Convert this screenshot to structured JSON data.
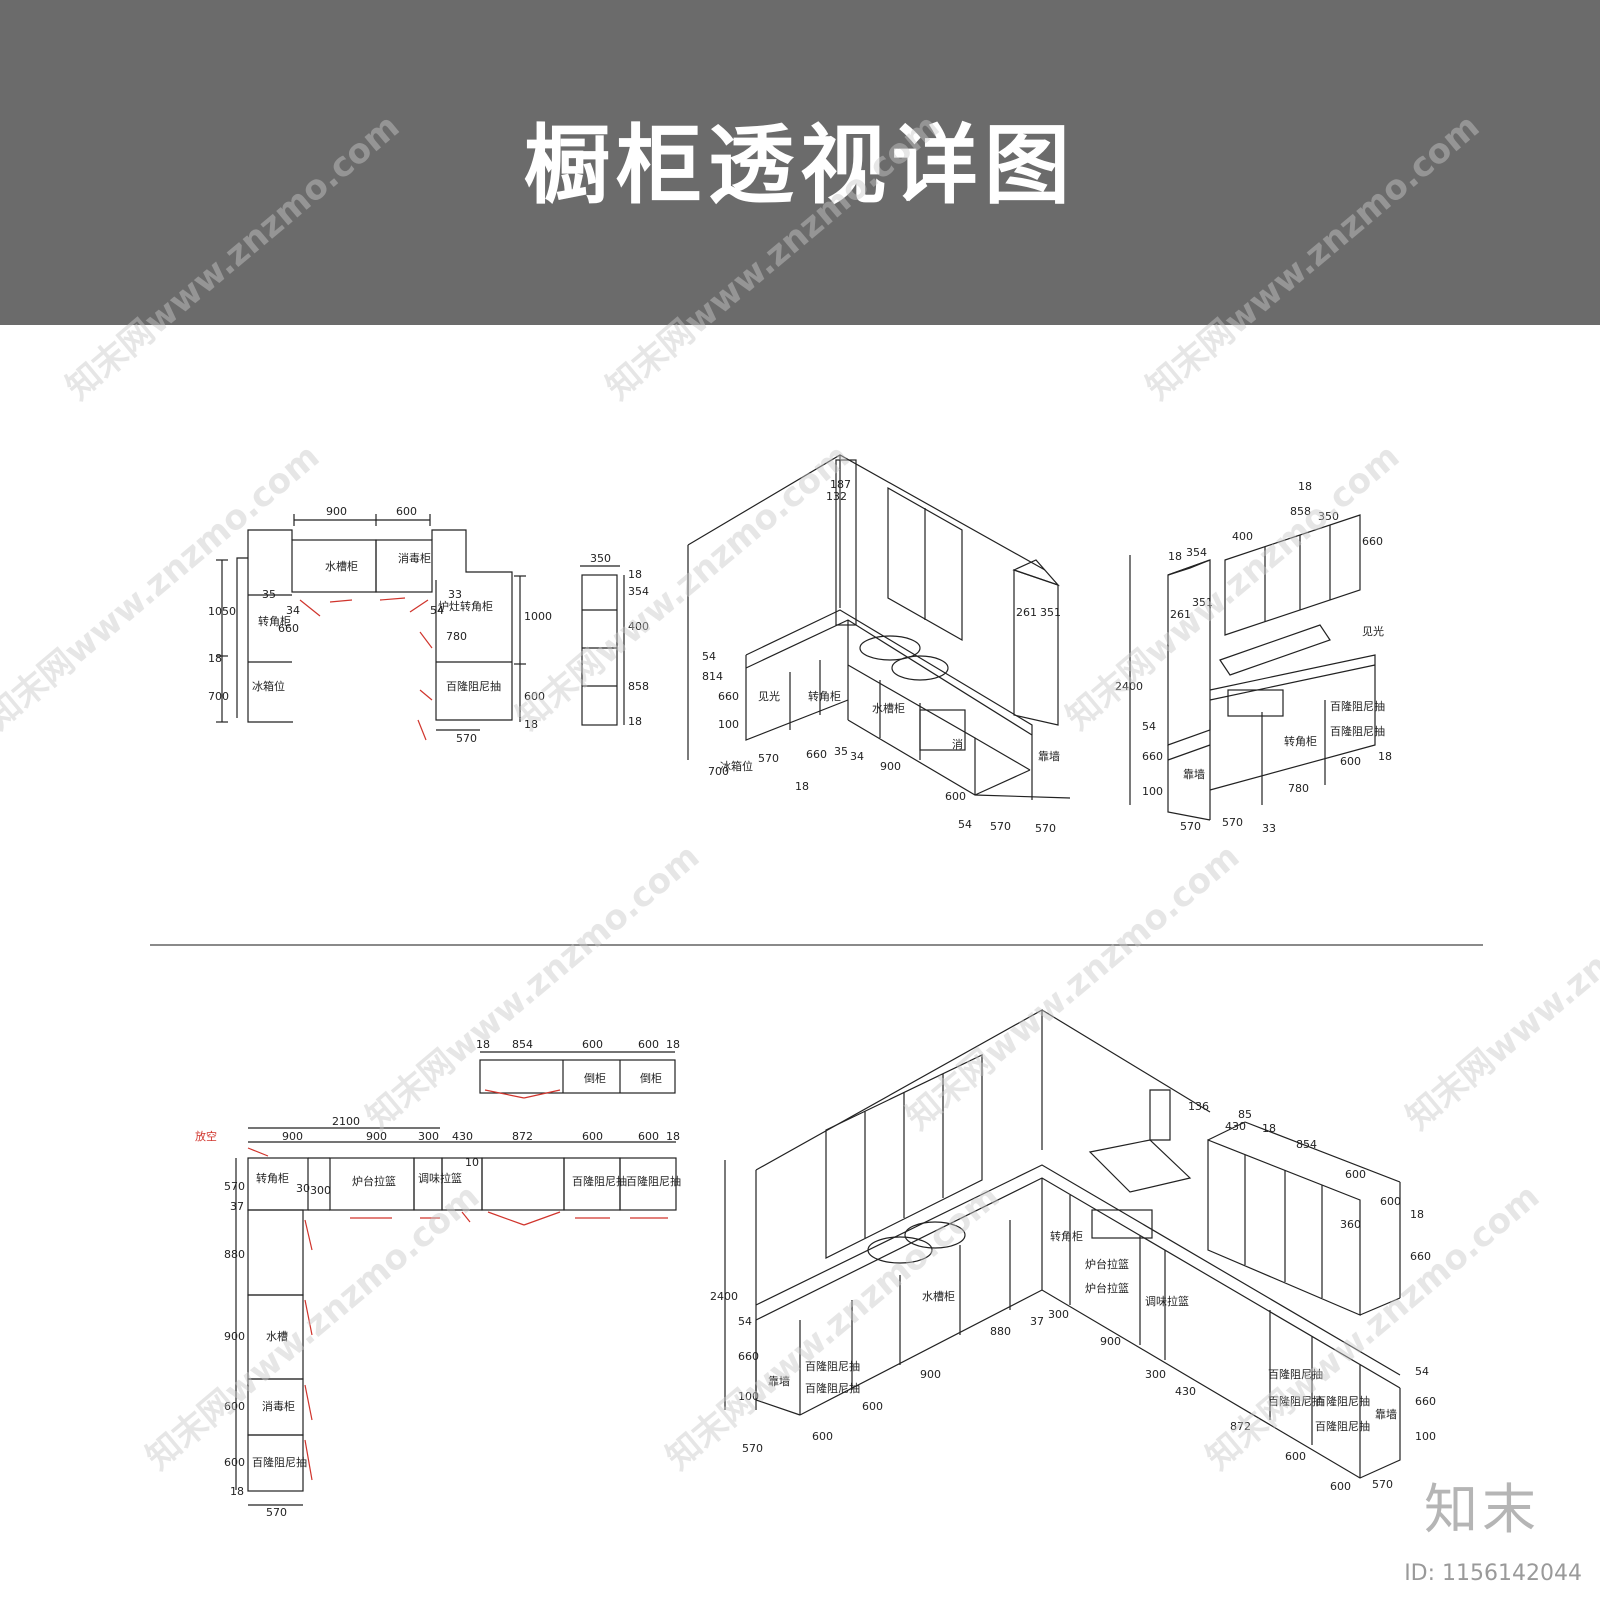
{
  "header": {
    "title": "橱柜透视详图"
  },
  "top_plan": {
    "widths": [
      "900",
      "600"
    ],
    "heights_left": [
      "1050",
      "18",
      "700"
    ],
    "heights_right": [
      "1000",
      "600",
      "18"
    ],
    "bottom": "570",
    "small_dims": [
      "35",
      "34",
      "660",
      "33",
      "54",
      "780"
    ],
    "labels": {
      "sink": "水槽柜",
      "disinfect": "消毒柜",
      "corner_left": "转角柜",
      "fridge": "冰箱位",
      "stove_corner": "炉灶转角柜",
      "drawer": "百隆阻尼抽"
    }
  },
  "elevation_strip": {
    "width": "350",
    "dims": [
      "18",
      "354",
      "400",
      "858",
      "18"
    ]
  },
  "iso_left": {
    "heights": [
      "54",
      "814",
      "660",
      "100"
    ],
    "bottom_dims": [
      "700",
      "570",
      "660",
      "35",
      "34",
      "900",
      "600",
      "570",
      "570",
      "18",
      "54"
    ],
    "top_dims": [
      "187",
      "132"
    ],
    "col_dims": [
      "261",
      "351"
    ],
    "labels": {
      "see_light": "见光",
      "corner": "转角柜",
      "sink": "水槽柜",
      "disinfect": "消",
      "fake_wall": "靠墙",
      "fridge": "冰箱位"
    }
  },
  "iso_right": {
    "height": "2400",
    "top_dims": [
      "18",
      "354",
      "400",
      "858",
      "18",
      "350",
      "660"
    ],
    "col_dims": [
      "261",
      "351"
    ],
    "side_dims": [
      "54",
      "660",
      "100"
    ],
    "bottom_dims": [
      "570",
      "570",
      "33",
      "780",
      "600",
      "18"
    ],
    "labels": {
      "see_light": "见光",
      "fake_wall": "靠墙",
      "corner": "转角柜",
      "drawer1": "百隆阻尼抽",
      "drawer2": "百隆阻尼抽"
    }
  },
  "bottom_upper": {
    "dims": [
      "18",
      "854",
      "600",
      "600",
      "18"
    ],
    "labels": [
      "倒柜",
      "倒柜"
    ]
  },
  "bottom_plan": {
    "empty_note": "放空",
    "total": "2100",
    "top_dims": [
      "900",
      "900",
      "300",
      "430",
      "872",
      "600",
      "600",
      "18"
    ],
    "small_dims": [
      "30",
      "300",
      "37",
      "18",
      "10"
    ],
    "left_dims": [
      "570",
      "880",
      "900",
      "600",
      "600",
      "18"
    ],
    "bottom": "570",
    "labels": {
      "corner": "转角柜",
      "stove_basket": "炉台拉篮",
      "seasoning": "调味拉篮",
      "drawer1": "百隆阻尼抽",
      "drawer2": "百隆阻尼抽",
      "sink": "水槽",
      "disinfect": "消毒柜",
      "drawer3": "百隆阻尼抽"
    }
  },
  "iso_bottom": {
    "height": "2400",
    "side_dims": [
      "54",
      "660",
      "100"
    ],
    "dims_front": [
      "570",
      "600",
      "600",
      "900",
      "880",
      "37",
      "300"
    ],
    "dims_right": [
      "900",
      "300",
      "430",
      "872",
      "600",
      "600",
      "570"
    ],
    "upper_dims": [
      "18",
      "854",
      "600",
      "600",
      "18",
      "360",
      "660",
      "430",
      "85",
      "136"
    ],
    "right_side": [
      "54",
      "660",
      "100"
    ],
    "labels": {
      "fake_wall_left": "靠墙",
      "drawer_a": "百隆阻尼抽",
      "drawer_b": "百隆阻尼抽",
      "sink": "水槽柜",
      "corner": "转角柜",
      "stove_a": "炉台拉篮",
      "stove_b": "炉台拉篮",
      "seasoning": "调味拉篮",
      "drawer_c": "百隆阻尼抽",
      "drawer_d": "百隆阻尼抽",
      "fake_wall_right": "靠墙",
      "drawer_e": "百隆阻尼抽",
      "drawer_f": "百隆阻尼抽"
    }
  },
  "watermark": {
    "text": "知末网www.znzmo.com"
  },
  "brand": {
    "logo": "知末",
    "id": "ID: 1156142044"
  }
}
